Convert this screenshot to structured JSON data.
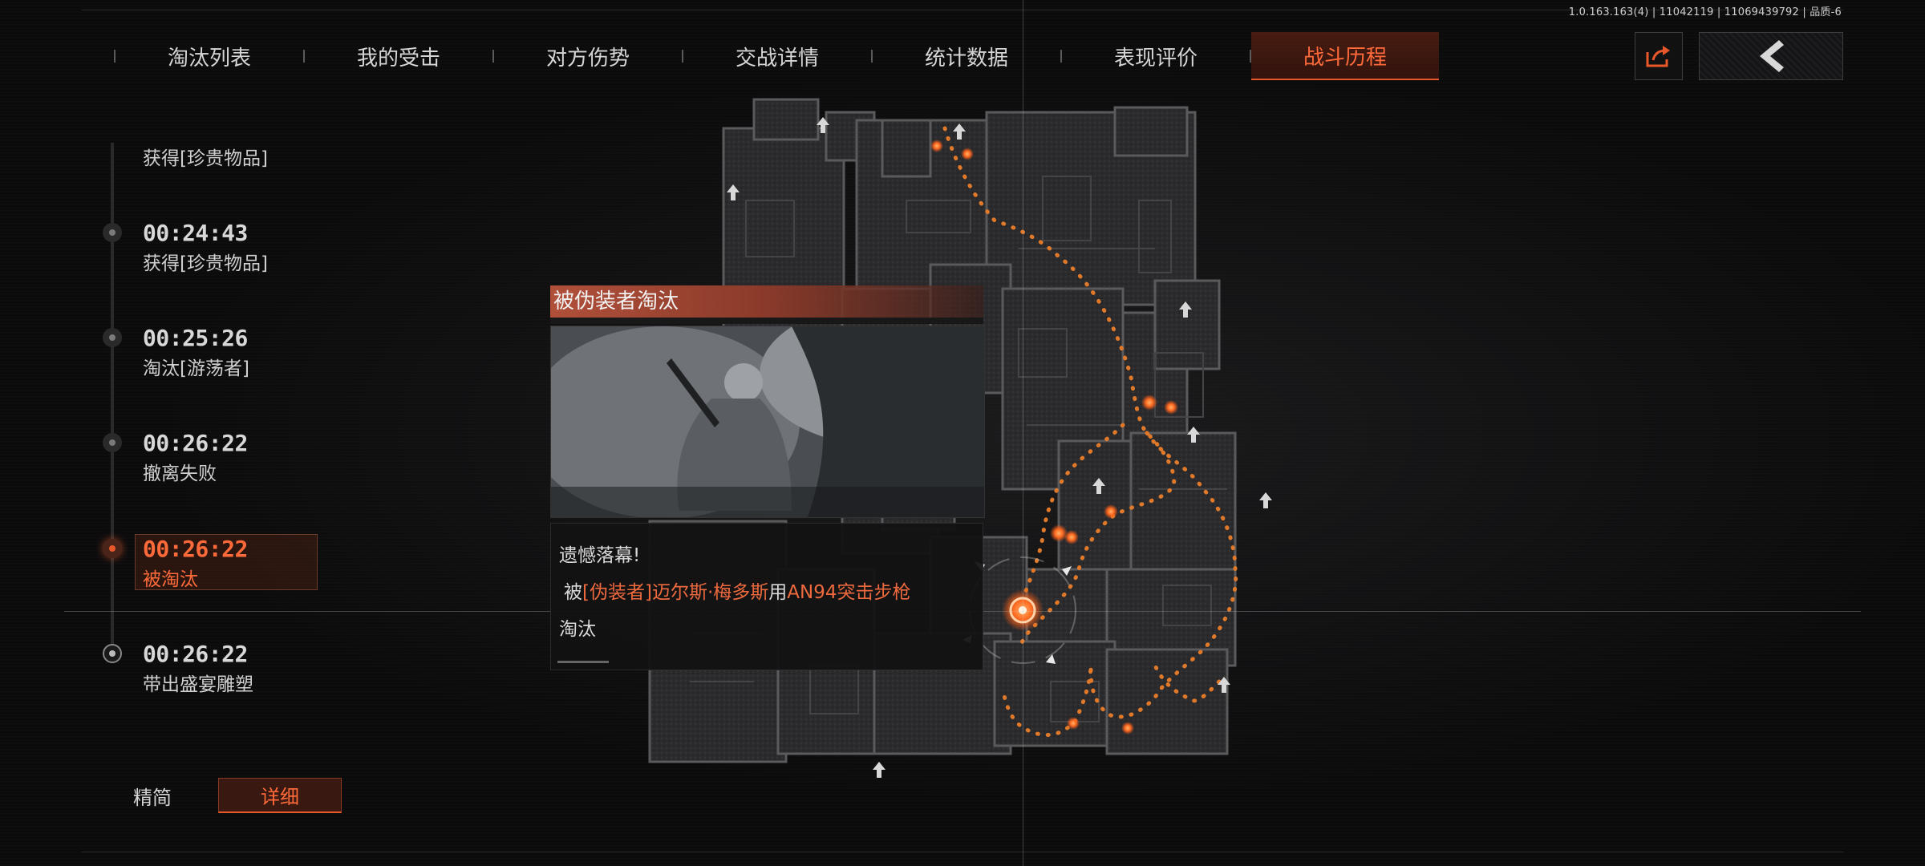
{
  "version": "1.0.163.163(4) | 11042119 | 11069439792 | 品质-6",
  "nav": {
    "tabs": [
      {
        "label": "淘汰列表"
      },
      {
        "label": "我的受击"
      },
      {
        "label": "对方伤势"
      },
      {
        "label": "交战详情"
      },
      {
        "label": "统计数据"
      },
      {
        "label": "表现评价"
      },
      {
        "label": "战斗历程"
      }
    ],
    "active_index": 6
  },
  "timeline": {
    "entries": [
      {
        "time": "",
        "label": "获得[珍贵物品]"
      },
      {
        "time": "00:24:43",
        "label": "获得[珍贵物品]"
      },
      {
        "time": "00:25:26",
        "label": "淘汰[游荡者]"
      },
      {
        "time": "00:26:22",
        "label": "撤离失败"
      },
      {
        "time": "00:26:22",
        "label": "被淘汰"
      },
      {
        "time": "00:26:22",
        "label": "带出盛宴雕塑"
      }
    ],
    "active_index": 4
  },
  "toggle": {
    "simple": "精简",
    "detail": "详细"
  },
  "popup": {
    "title": "被伪装者淘汰",
    "line1": "遗憾落幕!",
    "line2_prefix": "被",
    "line2_attacker": "[伪装者]迈尔斯·梅多斯",
    "line2_mid": "用",
    "line2_weapon": "AN94突击步枪",
    "line3": "淘汰"
  },
  "colors": {
    "accent": "#e8582a",
    "accent_text": "#ff6a3a",
    "route": "#e07a2a"
  }
}
